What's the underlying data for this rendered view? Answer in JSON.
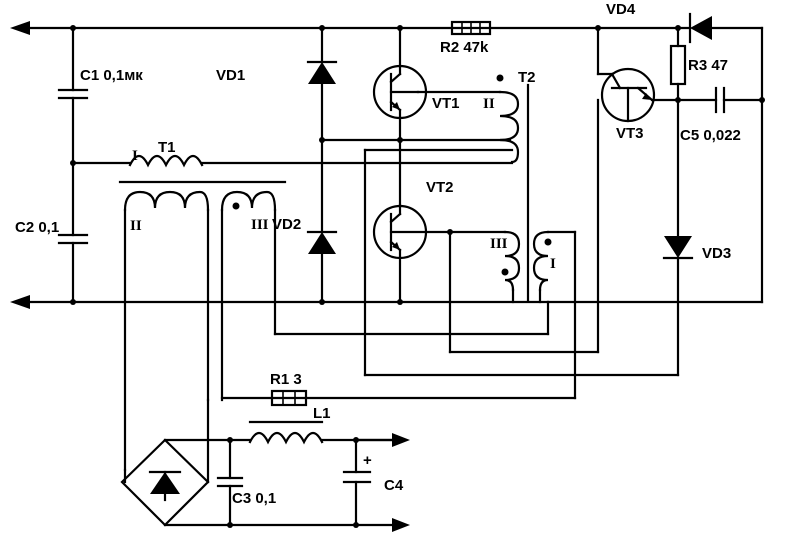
{
  "labels": {
    "c1": "C1 0,1мк",
    "vd1": "VD1",
    "c2": "C2 0,1",
    "t1": "T1",
    "t1_w1": "I",
    "t1_w2": "II",
    "t1_w3": "III",
    "vd2": "VD2",
    "r2": "R2 47k",
    "vt1": "VT1",
    "vt2": "VT2",
    "t2": "T2",
    "t2_w2": "II",
    "t2_w3": "III",
    "t2_w1": "I",
    "vd4": "VD4",
    "r3": "R3 47",
    "vt3": "VT3",
    "c5": "C5 0,022",
    "vd3": "VD3",
    "r1": "R1 3",
    "l1": "L1",
    "c3": "C3 0,1",
    "c4": "C4",
    "c4_plus": "+"
  }
}
